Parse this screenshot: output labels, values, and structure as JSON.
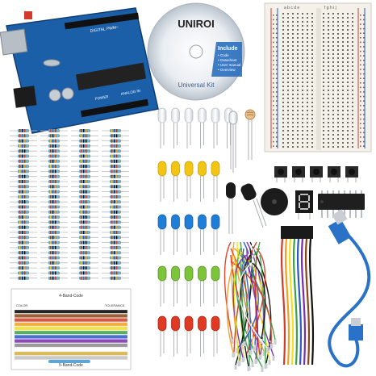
{
  "board": {
    "silkscreen_digital": "DIGITAL PWM~",
    "silkscreen_power": "POWER",
    "silkscreen_analog": "ANALOG IN"
  },
  "cd": {
    "brand": "UNIROI",
    "include_title": "Include",
    "include_items": [
      "• Code",
      "• Datasheet",
      "• User manual",
      "• Overview"
    ],
    "kit_name": "Universal Kit"
  },
  "breadboard": {
    "column_letters_left": "a b c d e",
    "column_letters_right": "f g h i j"
  },
  "resistor_card": {
    "title_4band": "4-Band-Code",
    "title_5band": "5-Band-Code",
    "col_color": "COLOR",
    "col_tolerance": "TOLERANCE"
  },
  "colors": {
    "board_blue": "#1b5fa8",
    "led_yellow": "#f2c515",
    "led_blue": "#1f7fd8",
    "led_green": "#7cc43a",
    "led_red": "#e23a22",
    "usb_cable": "#2a72c8"
  }
}
